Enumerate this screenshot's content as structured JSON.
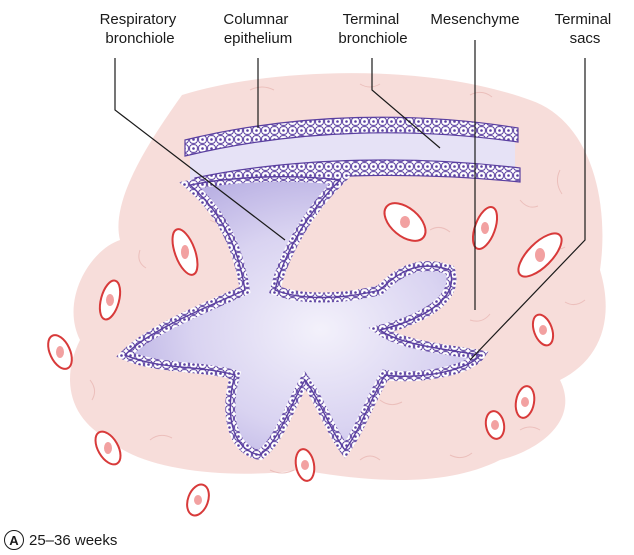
{
  "labels": {
    "respiratory_bronchiole": [
      "Respiratory",
      "bronchiole"
    ],
    "columnar_epithelium": [
      "Columnar",
      "epithelium"
    ],
    "terminal_bronchiole": [
      "Terminal",
      "bronchiole"
    ],
    "mesenchyme": [
      "Mesenchyme"
    ],
    "terminal_sacs": [
      "Terminal",
      "sacs"
    ]
  },
  "caption": {
    "letter": "A",
    "text": "25–36 weeks"
  },
  "colors": {
    "mesenchyme": "#f6d9d6",
    "lumen": "#cfc8ec",
    "epithelium": "#5a3fa0",
    "capillary_wall": "#d83a3a",
    "blood_cell": "#f2a1a1",
    "leader": "#1a1a1a"
  }
}
